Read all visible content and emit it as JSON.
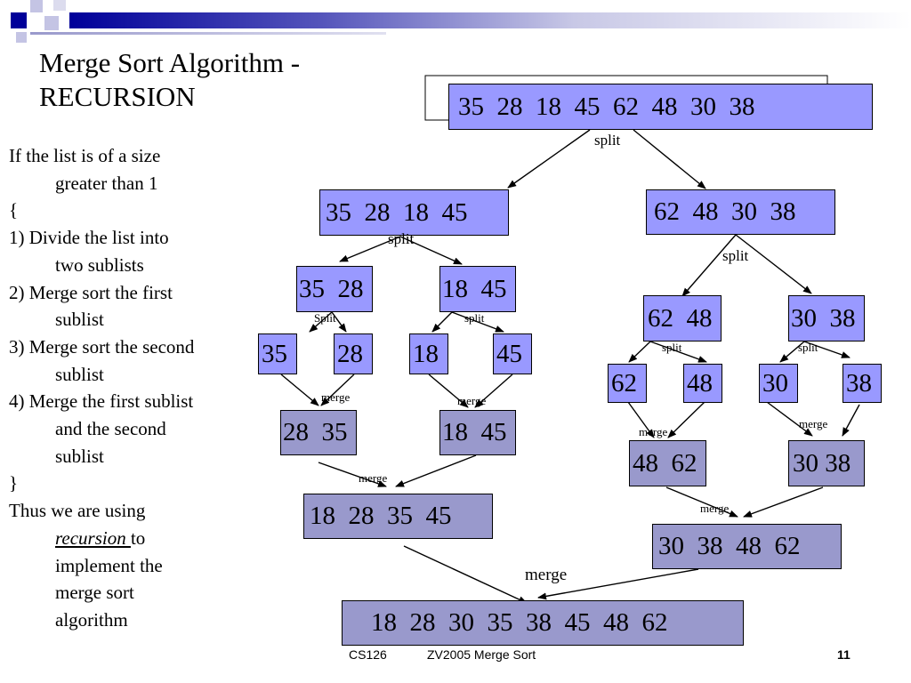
{
  "slide": {
    "title_line1": "Merge Sort Algorithm -",
    "title_line2": "RECURSION",
    "bullets": {
      "l1": "If the list is of a size",
      "l2": "greater than 1",
      "l3": "{",
      "l4": "1) Divide the list into",
      "l5": "two sublists",
      "l6": "2) Merge sort the first",
      "l7": "sublist",
      "l8": "3) Merge sort the second",
      "l9": "sublist",
      "l10": "4) Merge the first sublist",
      "l11": "and the second",
      "l12": "sublist",
      "l13": "}",
      "l14": "Thus we are using",
      "l15_link": "recursion ",
      "l15_rest": "to",
      "l16": "implement the",
      "l17": "merge sort",
      "l18": "algorithm"
    },
    "footer": {
      "course": "CS126",
      "subtitle": "ZV2005  Merge Sort",
      "page": "11"
    }
  },
  "diagram": {
    "boxes": {
      "root": "35  28  18  45  62  48  30  38",
      "left": "35  28  18  45",
      "right": "62  48  30  38",
      "ll": "35  28",
      "lr": "18  45",
      "rl": "62  48",
      "rr": "30  38",
      "l35": "35",
      "l28": "28",
      "l18": "18",
      "l45": "45",
      "r62": "62",
      "r48": "48",
      "r30": "30",
      "r38": "38",
      "m2835": "28  35",
      "m1845": "18  45",
      "m4862": "48  62",
      "m3038": "30 38",
      "mleft": "18  28  35  45",
      "mright": "30  38  48  62",
      "final": "18  28  30  35  38  45  48  62"
    },
    "labels": {
      "split_root": "split",
      "split_left": "split",
      "split_right": "split",
      "split_ll": "Split",
      "split_lr": "split",
      "split_rl": "split",
      "split_rr": "split",
      "merge_ll": "merge",
      "merge_lr": "merge",
      "merge_rl": "merge",
      "merge_rr": "merge",
      "merge_left": "merge",
      "merge_right": "merge",
      "merge_final": "merge"
    }
  }
}
